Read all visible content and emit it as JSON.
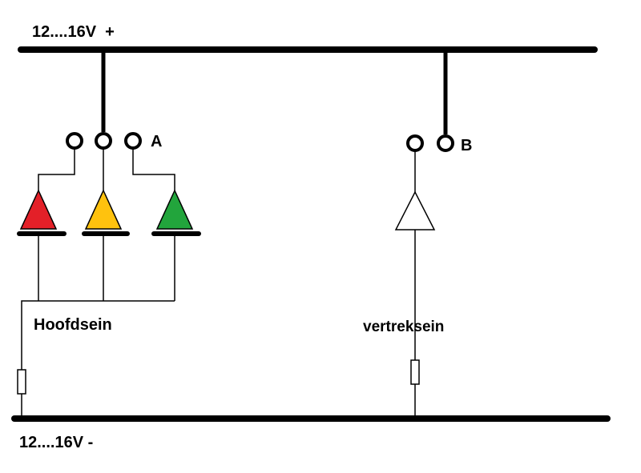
{
  "labels": {
    "rail_plus": "12....16V  +",
    "rail_minus": "12....16V -",
    "terminal_a": "A",
    "terminal_b": "B",
    "main_signal": "Hoofdsein",
    "departure_signal": "vertreksein"
  },
  "colors": {
    "wire": "#000000",
    "led_red": "#e32028",
    "led_yellow": "#ffc20e",
    "led_green": "#22a53c",
    "led_white": "#ffffff",
    "background": "#ffffff"
  }
}
